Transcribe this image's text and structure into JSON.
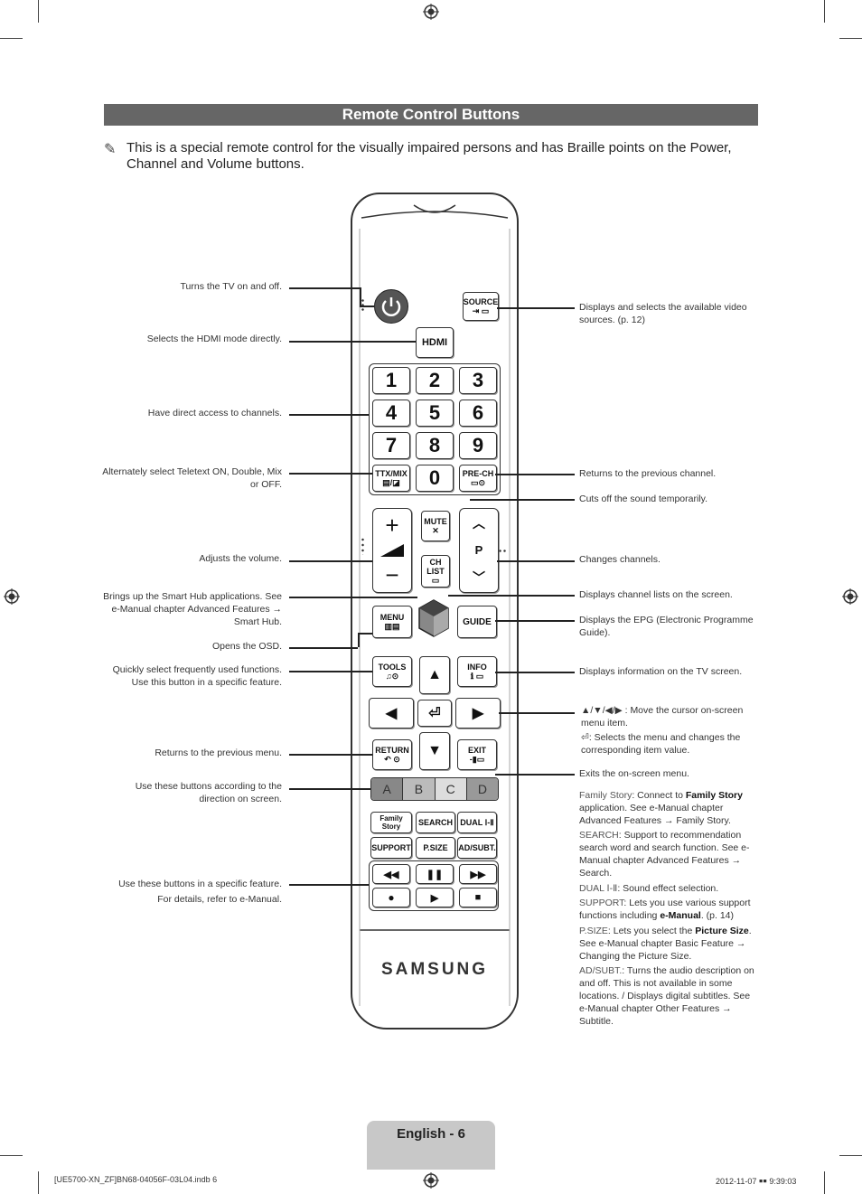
{
  "title": "Remote Control Buttons",
  "note": "This is a special remote control for the visually impaired persons and has Braille points on the Power, Channel and Volume buttons.",
  "note_icon": "pencil-note-icon",
  "labels_left": {
    "power": "Turns the TV on and off.",
    "hdmi": "Selects the HDMI mode directly.",
    "channels": "Have direct access to channels.",
    "ttx": "Alternately select Teletext ON, Double, Mix or OFF.",
    "volume": "Adjusts the volume.",
    "smarthub": "Brings up the Smart Hub applications. See e-Manual chapter Advanced Features → Smart Hub.",
    "menu": "Opens the OSD.",
    "tools": "Quickly select frequently used functions. Use this button in a specific feature.",
    "return": "Returns to the previous menu.",
    "colors": "Use these buttons according to the direction on screen.",
    "media_1": "Use these buttons in a specific feature.",
    "media_2": "For details, refer to e-Manual."
  },
  "labels_right": {
    "source": "Displays and selects the available video sources. (p. 12)",
    "prech": "Returns to the previous channel.",
    "mute": "Cuts off the sound temporarily.",
    "channel": "Changes channels.",
    "chlist": "Displays channel lists on the screen.",
    "guide": "Displays the EPG (Electronic Programme Guide).",
    "info": "Displays information on the TV screen.",
    "arrows": "▲/▼/◀/▶ : Move the cursor on-screen menu item.",
    "enter": ": Selects the menu and changes the corresponding item value.",
    "exit": "Exits the on-screen menu.",
    "family_key": "Family Story",
    "family_text": ": Connect to",
    "family_bold": "Family Story",
    "family_rest": "application. See e-Manual chapter Advanced Features → Family Story.",
    "search_key": "SEARCH",
    "search_text": ": Support to recommendation search word and search function. See e-Manual chapter Advanced Features → Search.",
    "dual_key": "DUAL Ⅰ-Ⅱ",
    "dual_text": ": Sound effect selection.",
    "support_key": "SUPPORT",
    "support_text": ": Lets you use various support functions including",
    "support_bold": "e-Manual",
    "support_rest": ". (p. 14)",
    "psize_key": "P.SIZE",
    "psize_text": ": Lets you select the",
    "psize_bold": "Picture Size",
    "psize_rest": ". See e-Manual chapter Basic Feature → Changing the Picture Size.",
    "adsubt_key": "AD/SUBT.",
    "adsubt_text": ": Turns the audio description on and off. This is not available in some locations. / Displays digital subtitles. See e-Manual chapter Other Features → Subtitle."
  },
  "remote": {
    "source": "SOURCE",
    "hdmi": "HDMI",
    "digits": [
      "1",
      "2",
      "3",
      "4",
      "5",
      "6",
      "7",
      "8",
      "9"
    ],
    "zero": "0",
    "ttx": "TTX/MIX",
    "prech": "PRE-CH",
    "mute": "MUTE",
    "chlist": "CH LIST",
    "p": "P",
    "menu": "MENU",
    "guide": "GUIDE",
    "tools": "TOOLS",
    "info": "INFO",
    "return": "RETURN",
    "exit": "EXIT",
    "colors": [
      "A",
      "B",
      "C",
      "D"
    ],
    "family": "Family Story",
    "search": "SEARCH",
    "dual": "DUAL Ⅰ-Ⅱ",
    "support": "SUPPORT",
    "psize": "P.SIZE",
    "adsubt": "AD/SUBT.",
    "brand": "SAMSUNG"
  },
  "footer": {
    "page": "English - 6",
    "file": "[UE5700-XN_ZF]BN68-04056F-03L04.indb   6",
    "date": "2012-11-07   ￭￭ 9:39:03"
  }
}
